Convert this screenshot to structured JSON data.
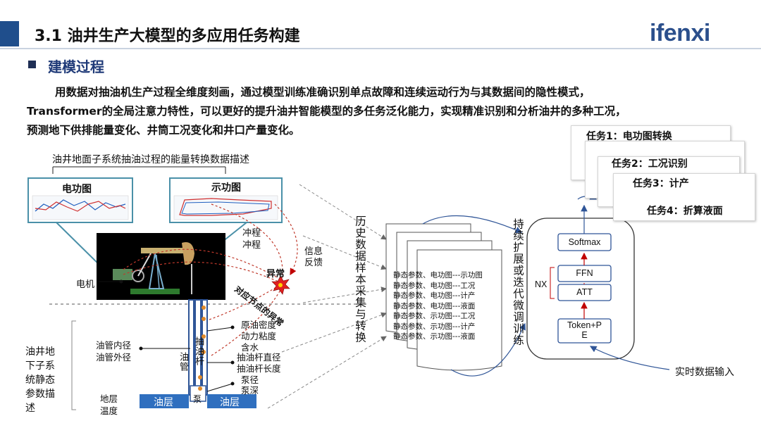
{
  "header": {
    "title": "3.1 油井生产大模型的多应用任务构建",
    "logo": "ifenxi"
  },
  "section": {
    "title": "建模过程"
  },
  "paragraph": {
    "line1": "用数据对抽油机生产过程全维度刻画，通过模型训练准确识别单点故障和连续运动行为与其数据间的隐性模式，",
    "line2": "Transformer的全局注意力特性，可以更好的提升油井智能模型的多任务泛化能力，实现精准识别和分析油井的多种工况，",
    "line3": "预测地下供排能量变化、井筒工况变化和井口产量变化。"
  },
  "surface": {
    "caption": "油井地面子系统抽油过程的能量转换数据描述",
    "chart1": "电功图",
    "chart2": "示功图",
    "stroke1": "冲程",
    "stroke2": "冲程",
    "feedback": "信息\n反馈",
    "motor": "电机",
    "anomaly": "异常",
    "node_anomaly": "对应节点的异常"
  },
  "downhole": {
    "system_label": [
      "油井地",
      "下子系",
      "统静态",
      "参数描",
      "述"
    ],
    "tubing_inner": "油管内径",
    "tubing_outer": "油管外径",
    "crude_density": "原油密度",
    "viscosity": "动力粘度",
    "water_cut": "含水",
    "rod_diameter": "抽油杆直径",
    "rod_length": "抽油杆长度",
    "pump_diameter": "泵径",
    "pump_depth": "泵深",
    "formation_temp": [
      "地层",
      "温度"
    ],
    "tubing": "油管",
    "rod": "抽油杆",
    "pump": "泵",
    "layer_left": "油层",
    "layer_right": "油层"
  },
  "sampling": {
    "vertical": "历史数据样本采集与转换",
    "rows": [
      "静态参数、电功图---示功图",
      "静态参数、电功图---工况",
      "静态参数、电功图---计产",
      "静态参数、电功图---液面",
      "静态参数、示功图---工况",
      "静态参数、示功图---计产",
      "静态参数、示功图---液面"
    ]
  },
  "finetune": {
    "vertical": "持续扩展或迭代微调训练"
  },
  "model": {
    "softmax": "Softmax",
    "ffn": "FFN",
    "att": "ATT",
    "nx": "NX",
    "token": "Token+P\nE",
    "realtime_input": "实时数据输入"
  },
  "tasks": [
    "任务1：电功图转换",
    "任务2：工况识别",
    "任务3：计产",
    "任务4：折算液面"
  ]
}
